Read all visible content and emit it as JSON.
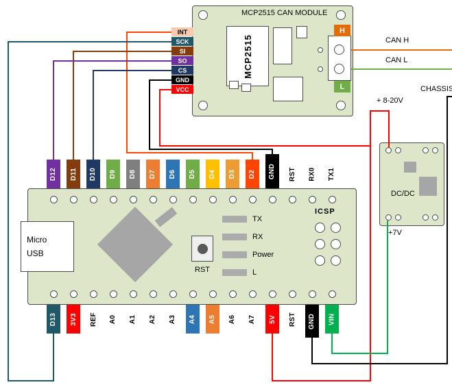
{
  "mcp_module": {
    "title": "MCP2515 CAN MODULE",
    "chip_label": "MCP2515",
    "terminal_h": "H",
    "terminal_l": "L",
    "pins": [
      {
        "label": "INT",
        "bg": "#F8CBAD",
        "fg": "#000000"
      },
      {
        "label": "SCK",
        "bg": "#215868",
        "fg": "#FFFFFF"
      },
      {
        "label": "SI",
        "bg": "#843C0C",
        "fg": "#FFFFFF"
      },
      {
        "label": "SO",
        "bg": "#7030A0",
        "fg": "#FFFFFF"
      },
      {
        "label": "CS",
        "bg": "#1F3864",
        "fg": "#FFFFFF"
      },
      {
        "label": "GND",
        "bg": "#000000",
        "fg": "#FFFFFF"
      },
      {
        "label": "VCC",
        "bg": "#FF0000",
        "fg": "#FFFFFF"
      }
    ]
  },
  "labels": {
    "can_h": "CAN H",
    "can_l": "CAN L",
    "chassis": "CHASSIS",
    "input_voltage": "+ 8-20V",
    "dc_output": "+7V",
    "dcdc": "DC/DC"
  },
  "arduino": {
    "usb_line1": "Micro",
    "usb_line2": "USB",
    "reset": "RST",
    "icsp": "ICSP",
    "leds": [
      "TX",
      "RX",
      "Power",
      "L"
    ],
    "top_pins": [
      {
        "label": "D12",
        "bg": "#7030A0",
        "fg": "#FFFFFF"
      },
      {
        "label": "D11",
        "bg": "#843C0C",
        "fg": "#FFFFFF"
      },
      {
        "label": "D10",
        "bg": "#1F3864",
        "fg": "#FFFFFF"
      },
      {
        "label": "D9",
        "bg": "#70AD47",
        "fg": "#FFFFFF"
      },
      {
        "label": "D8",
        "bg": "#7F7F7F",
        "fg": "#FFFFFF"
      },
      {
        "label": "D7",
        "bg": "#ED7D31",
        "fg": "#FFFFFF"
      },
      {
        "label": "D6",
        "bg": "#2E75B6",
        "fg": "#FFFFFF"
      },
      {
        "label": "D5",
        "bg": "#70AD47",
        "fg": "#FFFFFF"
      },
      {
        "label": "D4",
        "bg": "#FFC000",
        "fg": "#FFFFFF"
      },
      {
        "label": "D3",
        "bg": "#ED9B33",
        "fg": "#FFFFFF"
      },
      {
        "label": "D2",
        "bg": "#FF4500",
        "fg": "#FFFFFF"
      },
      {
        "label": "GND",
        "bg": "#000000",
        "fg": "#FFFFFF"
      },
      {
        "label": "RST",
        "bg": "none",
        "fg": "#000000"
      },
      {
        "label": "RX0",
        "bg": "none",
        "fg": "#000000"
      },
      {
        "label": "TX1",
        "bg": "none",
        "fg": "#000000"
      }
    ],
    "bottom_pins": [
      {
        "label": "D13",
        "bg": "#215868",
        "fg": "#FFFFFF"
      },
      {
        "label": "3V3",
        "bg": "#FF0000",
        "fg": "#FFFFFF"
      },
      {
        "label": "REF",
        "bg": "none",
        "fg": "#000000"
      },
      {
        "label": "A0",
        "bg": "none",
        "fg": "#000000"
      },
      {
        "label": "A1",
        "bg": "none",
        "fg": "#000000"
      },
      {
        "label": "A2",
        "bg": "none",
        "fg": "#000000"
      },
      {
        "label": "A3",
        "bg": "none",
        "fg": "#000000"
      },
      {
        "label": "A4",
        "bg": "#2E75B6",
        "fg": "#FFFFFF"
      },
      {
        "label": "A5",
        "bg": "#ED7D31",
        "fg": "#FFFFFF"
      },
      {
        "label": "A6",
        "bg": "none",
        "fg": "#000000"
      },
      {
        "label": "A7",
        "bg": "none",
        "fg": "#000000"
      },
      {
        "label": "5V",
        "bg": "#FF0000",
        "fg": "#FFFFFF"
      },
      {
        "label": "RST",
        "bg": "none",
        "fg": "#000000"
      },
      {
        "label": "GND",
        "bg": "#000000",
        "fg": "#FFFFFF"
      },
      {
        "label": "VIN",
        "bg": "#00B050",
        "fg": "#FFFFFF"
      }
    ]
  },
  "wire_colors": {
    "int": "#FF4500",
    "sck": "#215868",
    "si": "#843C0C",
    "so": "#7030A0",
    "cs": "#1F3864",
    "gnd": "#000000",
    "power": "#FF0000",
    "can_h": "#E36C09",
    "can_l": "#70AD47",
    "vin": "#00B050"
  }
}
